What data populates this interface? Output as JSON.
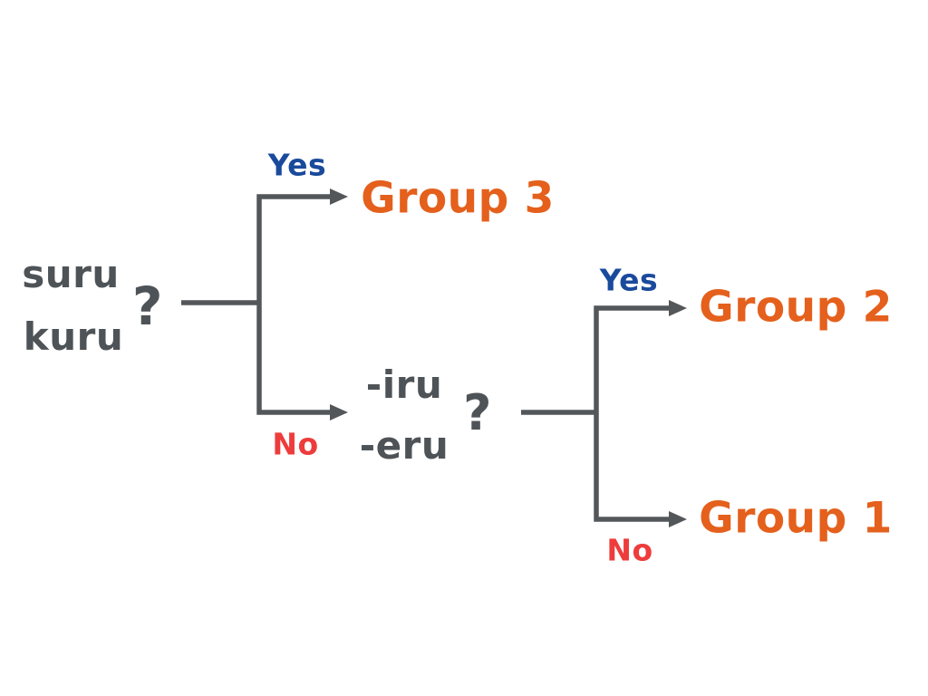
{
  "colors": {
    "background": "#ffffff",
    "line": "#54575a",
    "label": "#4e5357",
    "yes": "#1a4a9c",
    "no": "#ee3c3c",
    "result": "#e4601c"
  },
  "diagram": {
    "root_node": {
      "label_line_1": "suru",
      "label_line_2": "kuru",
      "question": "?"
    },
    "decision_1": {
      "yes_label": "Yes",
      "no_label": "No",
      "yes_result": "Group 3"
    },
    "middle_node": {
      "label_line_1": "-iru",
      "label_line_2": "-eru",
      "question": "?"
    },
    "decision_2": {
      "yes_label": "Yes",
      "no_label": "No",
      "yes_result": "Group 2",
      "no_result": "Group 1"
    }
  }
}
